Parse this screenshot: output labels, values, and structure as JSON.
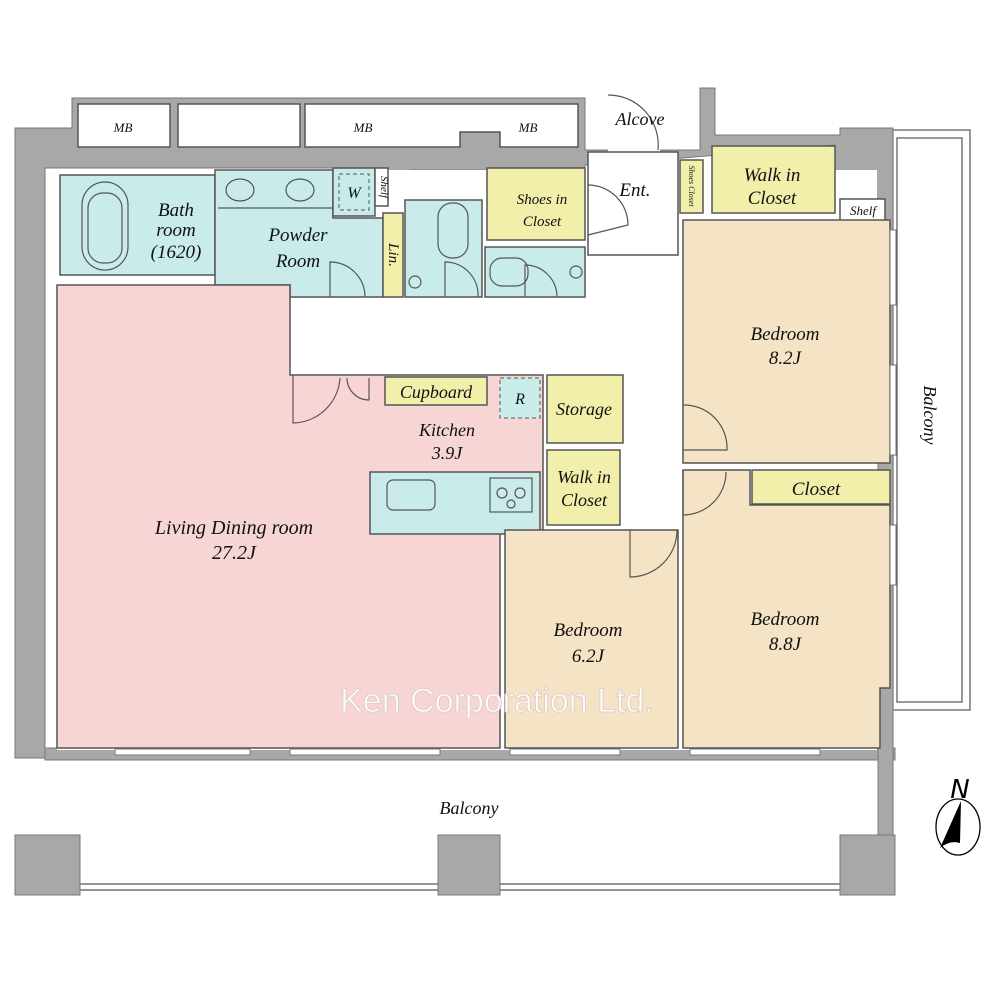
{
  "colors": {
    "living": "#f8d5d5",
    "bedroom": "#f4e3c4",
    "storage": "#f2efab",
    "wet": "#c9ecea",
    "wall": "#a8a8a8"
  },
  "labels": {
    "mb1": "MB",
    "mb2": "MB",
    "mb3": "MB",
    "alcove": "Alcove",
    "ent": "Ent.",
    "bath_1": "Bath",
    "bath_2": "room",
    "bath_3": "(1620)",
    "powder_1": "Powder",
    "powder_2": "Room",
    "w": "W",
    "shelf_small": "Shelf",
    "lin": "Lin.",
    "shoes_in_1": "Shoes in",
    "shoes_in_2": "Closet",
    "shoes_closet": "Shoes Closet",
    "wic1_1": "Walk in",
    "wic1_2": "Closet",
    "shelf": "Shelf",
    "bed1_name": "Bedroom",
    "bed1_size": "8.2J",
    "balcony_east": "Balcony",
    "cupboard": "Cupboard",
    "r": "R",
    "storage": "Storage",
    "kitchen_name": "Kitchen",
    "kitchen_size": "3.9J",
    "wic2_1": "Walk in",
    "wic2_2": "Closet",
    "closet": "Closet",
    "ldr_name": "Living Dining room",
    "ldr_size": "27.2J",
    "bed2_name": "Bedroom",
    "bed2_size": "6.2J",
    "bed3_name": "Bedroom",
    "bed3_size": "8.8J",
    "balcony_south": "Balcony",
    "north": "N",
    "watermark": "Ken Corporation Ltd."
  }
}
